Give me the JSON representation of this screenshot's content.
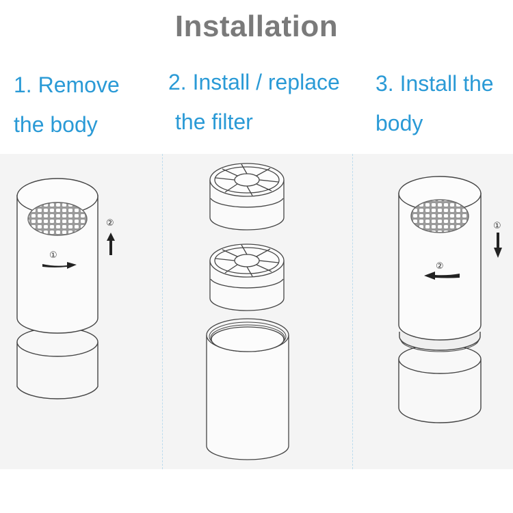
{
  "title": "Installation",
  "colors": {
    "title": "#7a7a7a",
    "step_text": "#2a9ad6",
    "panel_bg": "#f4f4f4",
    "divider": "#bcdcee",
    "line_art": "#444444"
  },
  "steps": [
    {
      "number": "1.",
      "line1": "1. Remove",
      "line2": "the body",
      "illustration": "purifier-body-with-mesh-top",
      "annotations": [
        {
          "marker": "①",
          "icon": "rotate-right-arrow-icon"
        },
        {
          "marker": "②",
          "icon": "arrow-up-icon"
        }
      ]
    },
    {
      "number": "2.",
      "line1": "2. Install / replace",
      "line2": "the filter",
      "illustration": "two-filter-cartridges-over-open-base",
      "annotations": []
    },
    {
      "number": "3.",
      "line1": "3. Install the",
      "line2": "body",
      "illustration": "purifier-body-reassembled",
      "annotations": [
        {
          "marker": "①",
          "icon": "arrow-down-icon"
        },
        {
          "marker": "②",
          "icon": "rotate-left-arrow-icon"
        }
      ]
    }
  ]
}
